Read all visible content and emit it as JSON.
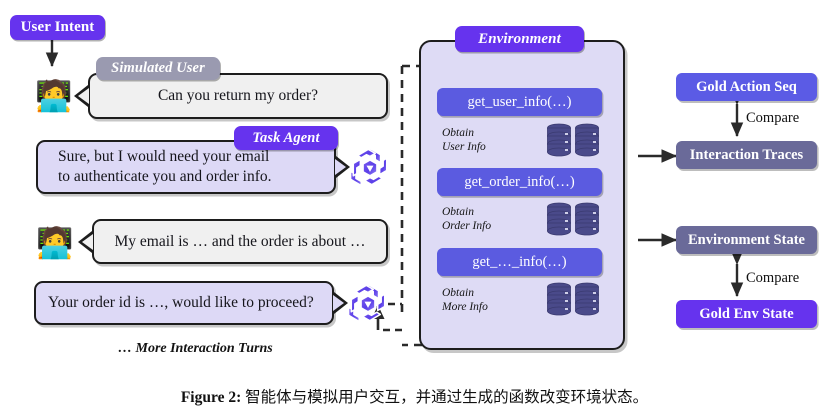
{
  "figure": {
    "caption_label": "Figure 2:",
    "caption_text": "智能体与模拟用户交互，并通过生成的函数改变环境状态。"
  },
  "colors": {
    "vivid_purple": "#6633ee",
    "muted_gray_purple": "#9a9ab0",
    "function_blue": "#5b5be0",
    "muted_blue": "#6a6a99",
    "env_panel_fill": "#dedbf5",
    "agent_bubble_fill": "#ddd9f6",
    "user_bubble_fill": "#f0f0f0",
    "database_fill": "#4a4a8a",
    "stroke": "#1d1d1d"
  },
  "left": {
    "user_intent_badge": "User Intent",
    "simulated_user_badge": "Simulated User",
    "task_agent_badge": "Task Agent",
    "user_avatar_icon": "technologist-emoji",
    "agent_logo_icon": "agent-pinwheel-logo",
    "turns": [
      {
        "role": "user",
        "text": "Can you return my order?"
      },
      {
        "role": "agent",
        "text": "Sure, but I would need your email\nto authenticate you and order info."
      },
      {
        "role": "user",
        "text": "My email is … and the order is about …"
      },
      {
        "role": "agent",
        "text": "Your order id is …, would like to proceed?"
      }
    ],
    "more_turns": "… More Interaction Turns"
  },
  "environment": {
    "title": "Environment",
    "steps": [
      {
        "function": "get_user_info(…)",
        "obtain_line1": "Obtain",
        "obtain_line2": "User Info",
        "db_icon": "database-stack-icon"
      },
      {
        "function": "get_order_info(…)",
        "obtain_line1": "Obtain",
        "obtain_line2": "Order Info",
        "db_icon": "database-stack-icon"
      },
      {
        "function": "get_…_info(…)",
        "obtain_line1": "Obtain",
        "obtain_line2": "More Info",
        "db_icon": "database-stack-icon"
      }
    ]
  },
  "right": {
    "groups": [
      {
        "top_box": "Gold Action Seq",
        "bottom_box": "Interaction Traces",
        "compare_label": "Compare"
      },
      {
        "top_box": "Environment State",
        "bottom_box": "Gold Env State",
        "compare_label": "Compare"
      }
    ]
  }
}
